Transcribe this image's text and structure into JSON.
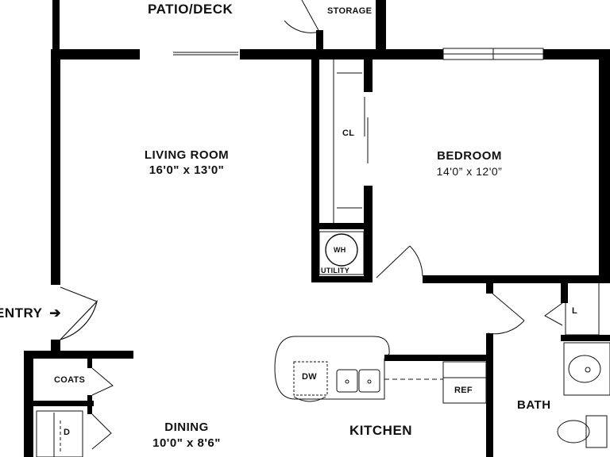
{
  "rooms": {
    "patio": {
      "name": "PATIO/DECK"
    },
    "storage": {
      "name": "STORAGE"
    },
    "living": {
      "name": "LIVING ROOM",
      "size": "16'0\" x 13'0\""
    },
    "bedroom": {
      "name": "BEDROOM",
      "size": "14'0” x 12'0”"
    },
    "closet": {
      "name": "CL"
    },
    "utility": {
      "name": "UTILITY",
      "water_heater": "WH"
    },
    "entry": {
      "name": "ENTRY",
      "arrow": "➔"
    },
    "coats": {
      "name": "COATS"
    },
    "dryer": {
      "name": "D"
    },
    "dining": {
      "name": "DINING",
      "size": "10'0\" x 8'6\""
    },
    "kitchen": {
      "name": "KITCHEN",
      "dishwasher": "DW",
      "refrigerator": "REF"
    },
    "bath": {
      "name": "BATH"
    },
    "linen": {
      "name": "L"
    }
  },
  "colors": {
    "wall": "#000000",
    "fixture": "#222222",
    "background": "#ffffff"
  }
}
